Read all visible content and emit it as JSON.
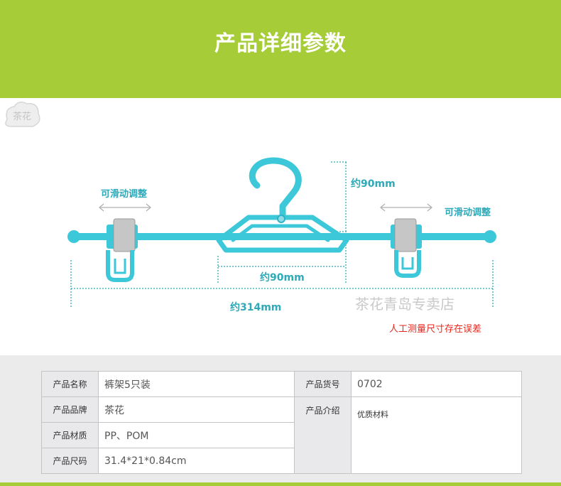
{
  "banner": {
    "title": "产品详细参数"
  },
  "figure": {
    "label_slide_left": "可滑动调整",
    "label_slide_right": "可滑动调整",
    "label_height": "约90mm",
    "label_width_center": "约90mm",
    "label_total_width": "约314mm",
    "watermark_text": "茶花青岛专卖店",
    "watermark_logo_text": "茶花",
    "disclaimer": "人工测量尺寸存在误差",
    "colors": {
      "hanger": "#3cc8d8",
      "clip": "#b9b9b9",
      "dimension": "#2fa9b8",
      "note": "#e8261c"
    }
  },
  "specs": {
    "rows": [
      {
        "k1": "产品名称",
        "v1": "裤架5只装",
        "k2": "产品货号",
        "v2": "0702"
      },
      {
        "k1": "产品品牌",
        "v1": "茶花",
        "k2": "产品介绍",
        "v2": "优质材料"
      },
      {
        "k1": "产品材质",
        "v1": "PP、POM"
      },
      {
        "k1": "产品尺码",
        "v1": "31.4*21*0.84cm"
      }
    ]
  }
}
